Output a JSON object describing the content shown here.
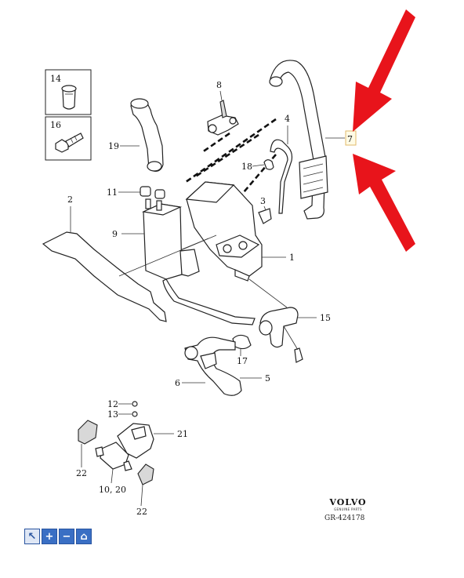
{
  "diagram": {
    "callouts": {
      "c1": "1",
      "c2": "2",
      "c3": "3",
      "c4": "4",
      "c5": "5",
      "c6": "6",
      "c7": "7",
      "c8": "8",
      "c9": "9",
      "c1020": "10, 20",
      "c11": "11",
      "c12": "12",
      "c13": "13",
      "c14": "14",
      "c15": "15",
      "c16": "16",
      "c17": "17",
      "c18": "18",
      "c19": "19",
      "c21": "21",
      "c22a": "22",
      "c22b": "22"
    },
    "highlighted_callout": "7"
  },
  "brand": {
    "name": "VOLVO",
    "subtitle": "GENUINE PARTS"
  },
  "reference_code": "GR-424178",
  "toolbar": {
    "pointer": "↖",
    "zoom_in": "+",
    "zoom_out": "−",
    "home": "⌂"
  },
  "colors": {
    "arrow": "#e8141b",
    "toolbar": "#3a6fc4",
    "highlight_border": "#e2b96a"
  }
}
